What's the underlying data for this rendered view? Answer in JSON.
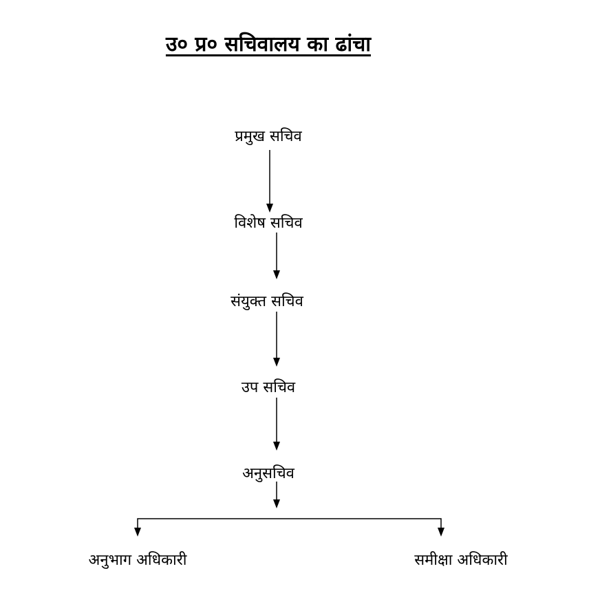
{
  "title": "उ० प्र० सचिवालय का ढांचा",
  "nodes": {
    "principal_secretary": "प्रमुख  सचिव",
    "special_secretary": "विशेष सचिव",
    "joint_secretary": "संयुक्त सचिव",
    "deputy_secretary": "उप सचिव",
    "under_secretary": "अनुसचिव",
    "section_officer": "अनुभाग  अधिकारी",
    "review_officer": "समीक्षा  अधिकारी"
  }
}
